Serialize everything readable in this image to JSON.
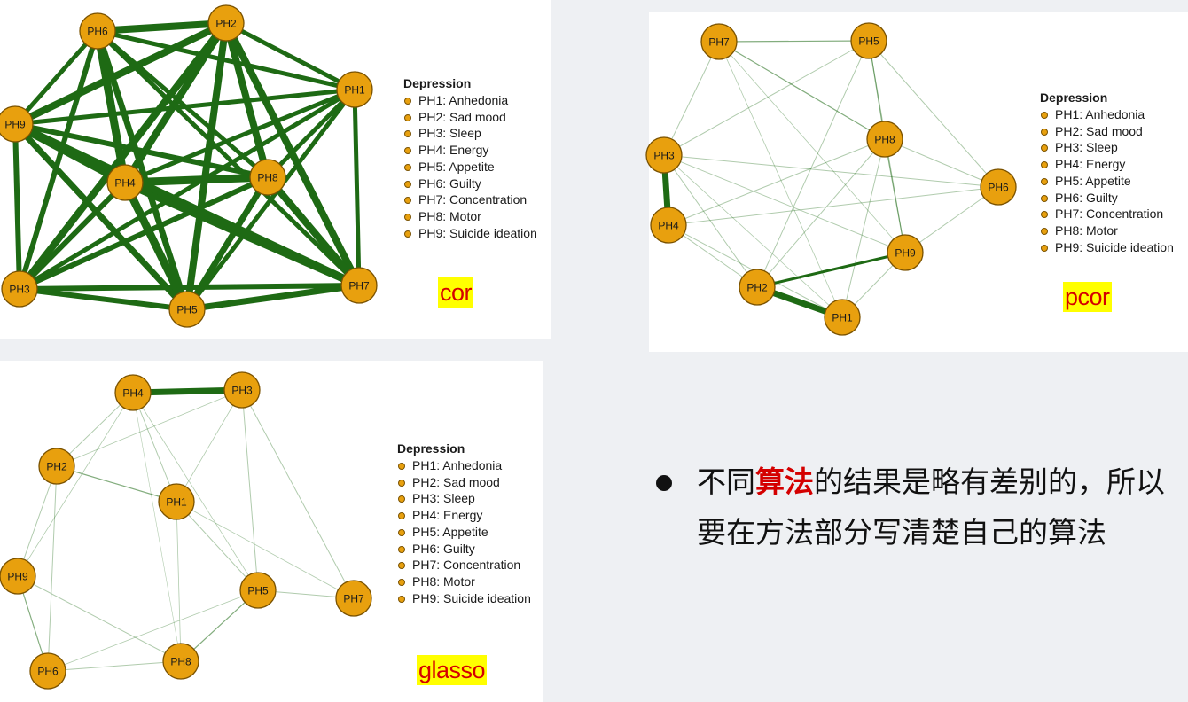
{
  "legend": {
    "title": "Depression",
    "items": [
      "PH1: Anhedonia",
      "PH2: Sad mood",
      "PH3: Sleep",
      "PH4: Energy",
      "PH5: Appetite",
      "PH6: Guilty",
      "PH7: Concentration",
      "PH8: Motor",
      "PH9: Suicide ideation"
    ]
  },
  "panels": {
    "cor": {
      "label": "cor",
      "edge_color": "#1e6a14",
      "node_labels": [
        "PH1",
        "PH2",
        "PH3",
        "PH4",
        "PH5",
        "PH6",
        "PH7",
        "PH8",
        "PH9"
      ]
    },
    "pcor": {
      "label": "pcor",
      "edge_color": "#1e6a14",
      "node_labels": [
        "PH1",
        "PH2",
        "PH3",
        "PH4",
        "PH5",
        "PH6",
        "PH7",
        "PH8",
        "PH9"
      ]
    },
    "glasso": {
      "label": "glasso",
      "edge_color": "#1e6a14",
      "node_labels": [
        "PH1",
        "PH2",
        "PH3",
        "PH4",
        "PH5",
        "PH6",
        "PH7",
        "PH8",
        "PH9"
      ]
    }
  },
  "note": {
    "part1": "不同",
    "highlight": "算法",
    "part2": "的结果是略有差别的，所以要在方法部分写清楚自己的算法"
  },
  "colors": {
    "node_fill": "#e8a00e",
    "node_stroke": "#7a5200",
    "edge": "#1e6a14",
    "label_text": "#d40000",
    "label_bg": "#ffff00"
  }
}
